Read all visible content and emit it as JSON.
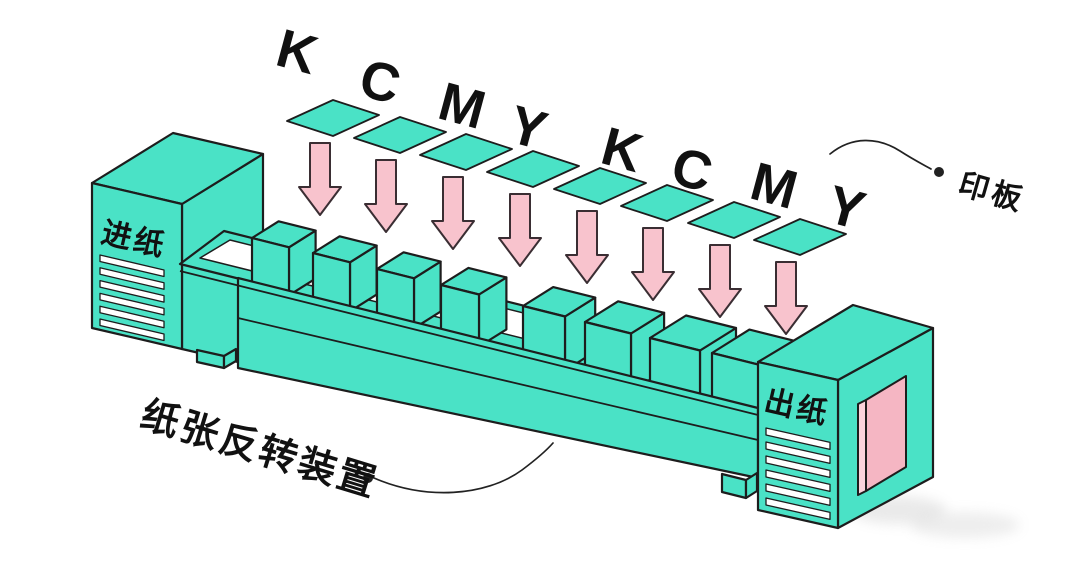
{
  "diagram": {
    "stations": [
      {
        "letter": "K"
      },
      {
        "letter": "C"
      },
      {
        "letter": "M"
      },
      {
        "letter": "Y"
      },
      {
        "letter": "K"
      },
      {
        "letter": "C"
      },
      {
        "letter": "M"
      },
      {
        "letter": "Y"
      }
    ],
    "labels": {
      "paper_feed": "进纸",
      "paper_out": "出纸",
      "printing_plate": "印板",
      "paper_reversal_device": "纸张反转装置"
    }
  },
  "colors": {
    "machine_teal": "#4AE2C6",
    "outline": "#1d1d1d",
    "arrow_pink": "#F8C3CD",
    "arrow_outline": "#3a2e33",
    "panel_pink": "#F5B6C3",
    "panel_pink_light": "#FBD2DB",
    "paper_white": "#FFFFFF",
    "label_ink": "#111111"
  }
}
